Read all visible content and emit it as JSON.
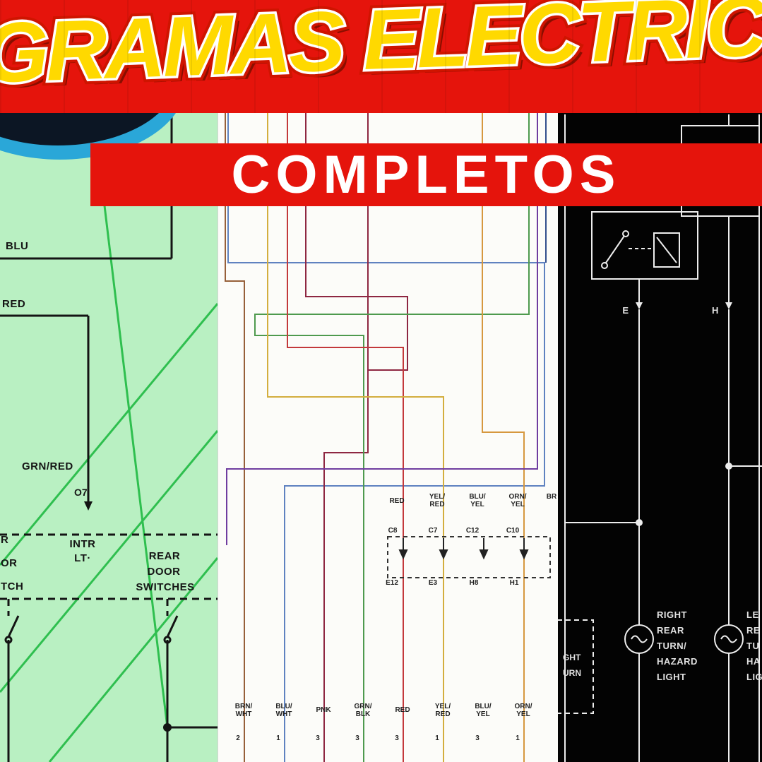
{
  "banner": {
    "title": "GRAMAS ELECTRIC",
    "subtitle": "COMPLETOS"
  },
  "palette": {
    "banner_red": "#e5140c",
    "title_yellow": "#ffd900",
    "title_outline_red": "#cf1400",
    "title_outline_white": "#ffffff",
    "left_panel_bg": "#b9f0c2",
    "left_wire_green": "#2fbf4f",
    "right_panel_bg": "#030303"
  },
  "left_panel": {
    "labels": {
      "blu": "BLU",
      "red": "RED",
      "grn_red": "GRN/RED",
      "o7": "O7",
      "intr": "INTR",
      "lt": "LT·",
      "rear": "REAR",
      "door": "DOOR",
      "switches": "SWITCHES",
      "edge1": "R",
      "edge2": "OR",
      "edge3": "TCH"
    }
  },
  "mid_panel": {
    "mid_labels": [
      "RED",
      "YEL/\nRED",
      "BLU/\nYEL",
      "ORN/\nYEL",
      "BR"
    ],
    "connector_top": [
      "C8",
      "C7",
      "C12",
      "C10"
    ],
    "connector_bottom": [
      "E12",
      "E3",
      "H8",
      "H1"
    ],
    "bottom_labels": [
      "BRN/\nWHT",
      "BLU/\nWHT",
      "PNK",
      "GRN/\nBLK",
      "RED",
      "YEL/\nRED",
      "BLU/\nYEL",
      "ORN/\nYEL"
    ],
    "pins": [
      "2",
      "1",
      "3",
      "3",
      "3",
      "1",
      "3",
      "1"
    ]
  },
  "right_panel": {
    "e": "E",
    "h": "H",
    "lamp1": [
      "RIGHT",
      "REAR",
      "TURN/",
      "HAZARD",
      "LIGHT"
    ],
    "lamp2": [
      "LE",
      "RE",
      "TU",
      "HA",
      "LIG"
    ],
    "box_partial": [
      "GHT",
      "URN"
    ]
  }
}
